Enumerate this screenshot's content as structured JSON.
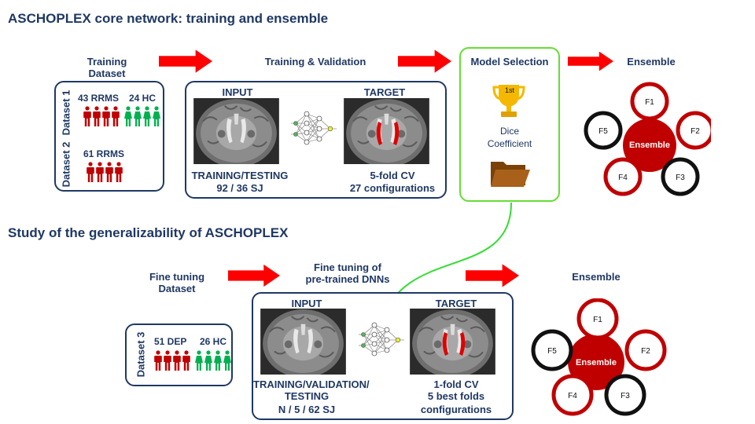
{
  "section1": {
    "title": "ASCHOPLEX core network: training and ensemble",
    "training_dataset_label": "Training\nDataset",
    "dataset1_label": "Dataset 1",
    "dataset2_label": "Dataset 2",
    "d1_rrms": "43 RRMS",
    "d1_hc": "24 HC",
    "d2_rrms": "61 RRMS",
    "training_validation_label": "Training & Validation",
    "input_label": "INPUT",
    "target_label": "TARGET",
    "training_testing_line1": "TRAINING/TESTING",
    "training_testing_line2": "92 / 36 SJ",
    "cv_line1": "5-fold CV",
    "cv_line2": "27 configurations",
    "model_selection_label": "Model Selection",
    "trophy_rank": "1st",
    "dice_line1": "Dice",
    "dice_line2": "Coefficient",
    "ensemble_title": "Ensemble",
    "ensemble_center": "Ensemble",
    "folds": [
      "F1",
      "F2",
      "F3",
      "F4",
      "F5"
    ]
  },
  "section2": {
    "title": "Study of the generalizability of ASCHOPLEX",
    "fine_tuning_dataset_label": "Fine tuning\nDataset",
    "fine_tuning_label": "Fine tuning of\npre-trained DNNs",
    "dataset3_label": "Dataset 3",
    "d3_dep": "51 DEP",
    "d3_hc": "26 HC",
    "input_label": "INPUT",
    "target_label": "TARGET",
    "tvt_line1": "TRAINING/VALIDATION/",
    "tvt_line2": "TESTING",
    "tvt_line3": "N / 5 / 62 SJ",
    "cv_line1": "1-fold CV",
    "cv_line2": "5 best folds",
    "cv_line3": "configurations",
    "ensemble_title": "Ensemble",
    "ensemble_center": "Ensemble",
    "folds": [
      "F1",
      "F2",
      "F3",
      "F4",
      "F5"
    ]
  },
  "colors": {
    "navy": "#1f3864",
    "arrow_red": "#ff0000",
    "patient_red": "#c00000",
    "control_green": "#00b050",
    "ensemble_red": "#c00000",
    "selection_border": "#66dd33",
    "connector_green": "#33dd33",
    "trophy_gold": "#f5b800",
    "folder_brown": "#9c5a10"
  },
  "icons": {
    "trophy": "trophy-icon",
    "folder": "folder-icon",
    "network": "neural-network-icon",
    "person": "person-icon"
  }
}
